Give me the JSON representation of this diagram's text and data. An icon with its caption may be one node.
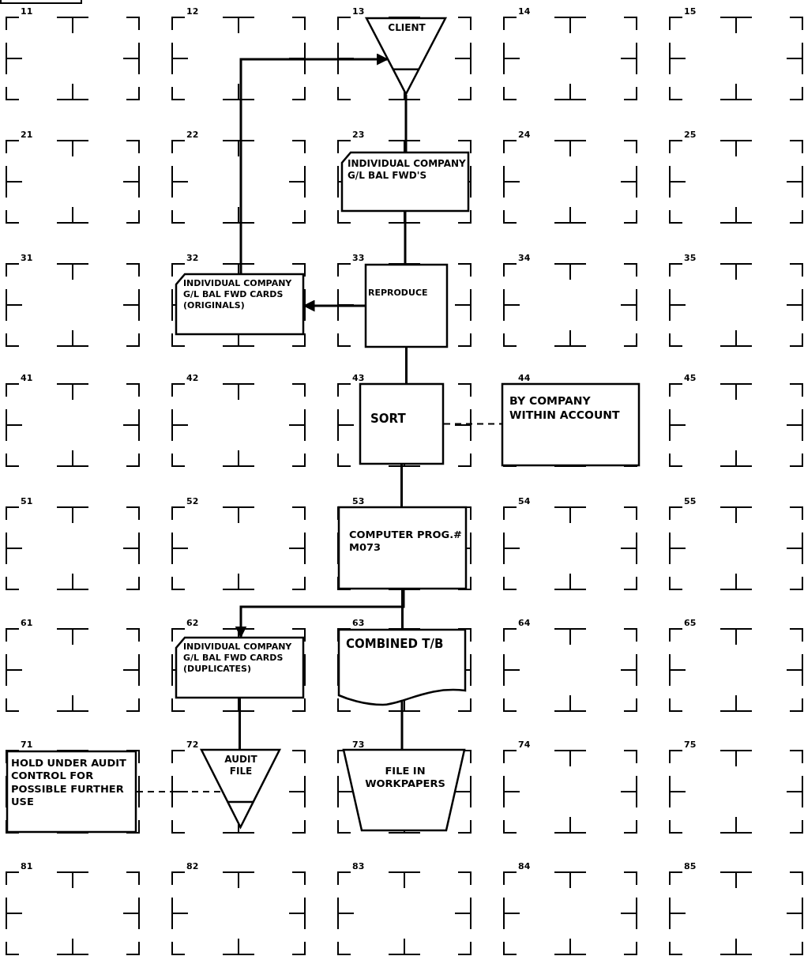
{
  "diagram": {
    "nodes": [
      {
        "text": [
          "CLIENT"
        ]
      },
      {
        "text": [
          "INDIVIDUAL COMPANY G/L BAL FWD'S"
        ]
      },
      {
        "text": [
          "INDIVIDUAL COMPANY G/L BAL FWD CARDS (ORIGINALS)"
        ]
      },
      {
        "text": [
          "REPRODUCE"
        ]
      },
      {
        "text": [
          "SORT"
        ]
      },
      {
        "text": [
          "BY COMPANY WITHIN ACCOUNT"
        ]
      },
      {
        "text": [
          "COMPUTER PROG.# M073"
        ]
      },
      {
        "text": [
          "INDIVIDUAL COMPANY G/L BAL FWD CARDS (DUPLICATES)"
        ]
      },
      {
        "text": [
          "COMBINED T/B"
        ]
      },
      {
        "text": [
          "HOLD UNDER AUDIT CONTROL FOR POSSIBLE FURTHER USE"
        ]
      },
      {
        "text": [
          "AUDIT FILE"
        ]
      },
      {
        "text": [
          "FILE IN WORKPAPERS"
        ]
      }
    ],
    "edges": [
      {
        "from": 0,
        "to": 1,
        "arrow": "none"
      },
      {
        "from": 1,
        "to": 3,
        "arrow": "none"
      },
      {
        "from": 3,
        "to": 2,
        "arrow": "to"
      },
      {
        "from": 2,
        "to": 0,
        "arrow": "to"
      },
      {
        "from": 3,
        "to": 4,
        "arrow": "none"
      },
      {
        "from": 4,
        "to": 5,
        "arrow": "none",
        "style": "dashed"
      },
      {
        "from": 4,
        "to": 6,
        "arrow": "none"
      },
      {
        "from": 6,
        "to": 7,
        "arrow": "to"
      },
      {
        "from": 6,
        "to": 8,
        "arrow": "none"
      },
      {
        "from": 7,
        "to": 10,
        "arrow": "none"
      },
      {
        "from": 8,
        "to": 11,
        "arrow": "none"
      },
      {
        "from": 9,
        "to": 10,
        "arrow": "none",
        "style": "dashed"
      }
    ],
    "labels": [
      "11",
      "12",
      "13",
      "14",
      "15",
      "21",
      "22",
      "23",
      "24",
      "25",
      "31",
      "32",
      "33",
      "34",
      "35",
      "41",
      "42",
      "43",
      "44",
      "45",
      "51",
      "52",
      "53",
      "54",
      "55",
      "61",
      "62",
      "63",
      "64",
      "65",
      "71",
      "72",
      "73",
      "74",
      "75",
      "81",
      "82",
      "83",
      "84",
      "85"
    ]
  }
}
